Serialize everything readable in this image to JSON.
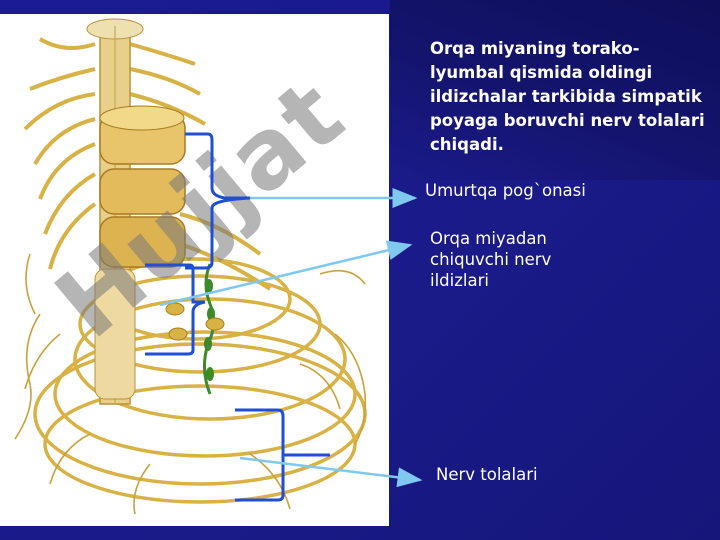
{
  "title": "Orqa miyaning torako-lyumbal qismida oldingi ildizchalar tarkibida simpatik poyaga boruvchi nerv  tolalari chiqadi.",
  "labels": {
    "spine": "Umurtqa  pog`onasi",
    "roots": "Orqa miyadan chiquvchi  nerv ildizlari",
    "fibers": "Nerv tolalari"
  },
  "watermark": "Hujjat",
  "colors": {
    "background": "#1a1a8c",
    "bracket": "#1f4fd6",
    "pointer_arrow": "#7fc8f0",
    "nerve": "#d8b245",
    "vertebra": "#e8c46a",
    "sympathetic_trunk": "#3c8a2a"
  }
}
